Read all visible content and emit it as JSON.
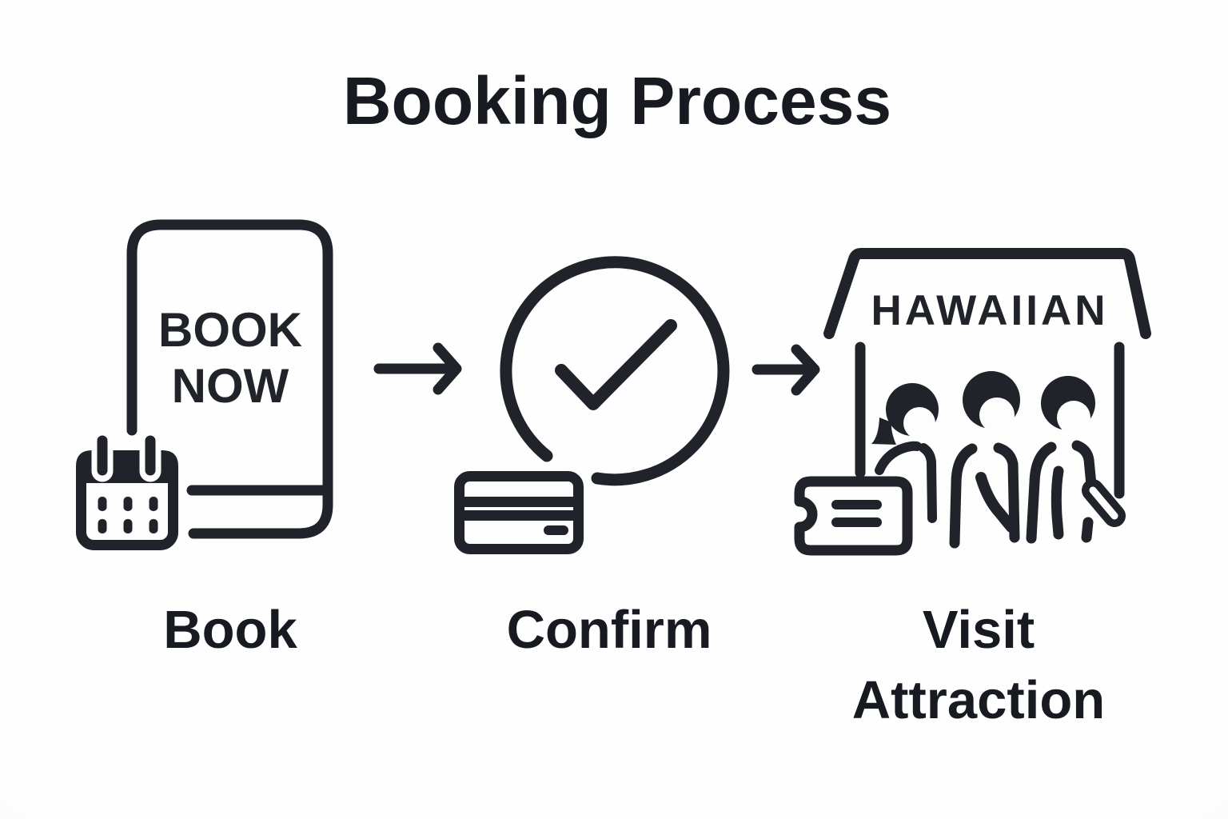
{
  "title": "Booking Process",
  "colors": {
    "ink": "#20242a",
    "text": "#171b21",
    "background": "#fdfdfd"
  },
  "steps": [
    {
      "label": "Book",
      "icon": "smartphone-calendar-icon",
      "screen_line1": "BOOK",
      "screen_line2": "NOW"
    },
    {
      "label": "Confirm",
      "icon": "checkmark-circle-credit-card-icon"
    },
    {
      "label": "Visit Attraction",
      "icon": "attraction-entrance-queue-icon",
      "sign_text": "HAWAIIAN"
    }
  ],
  "connectors": [
    {
      "icon": "arrow-right-icon"
    },
    {
      "icon": "arrow-right-icon"
    }
  ]
}
